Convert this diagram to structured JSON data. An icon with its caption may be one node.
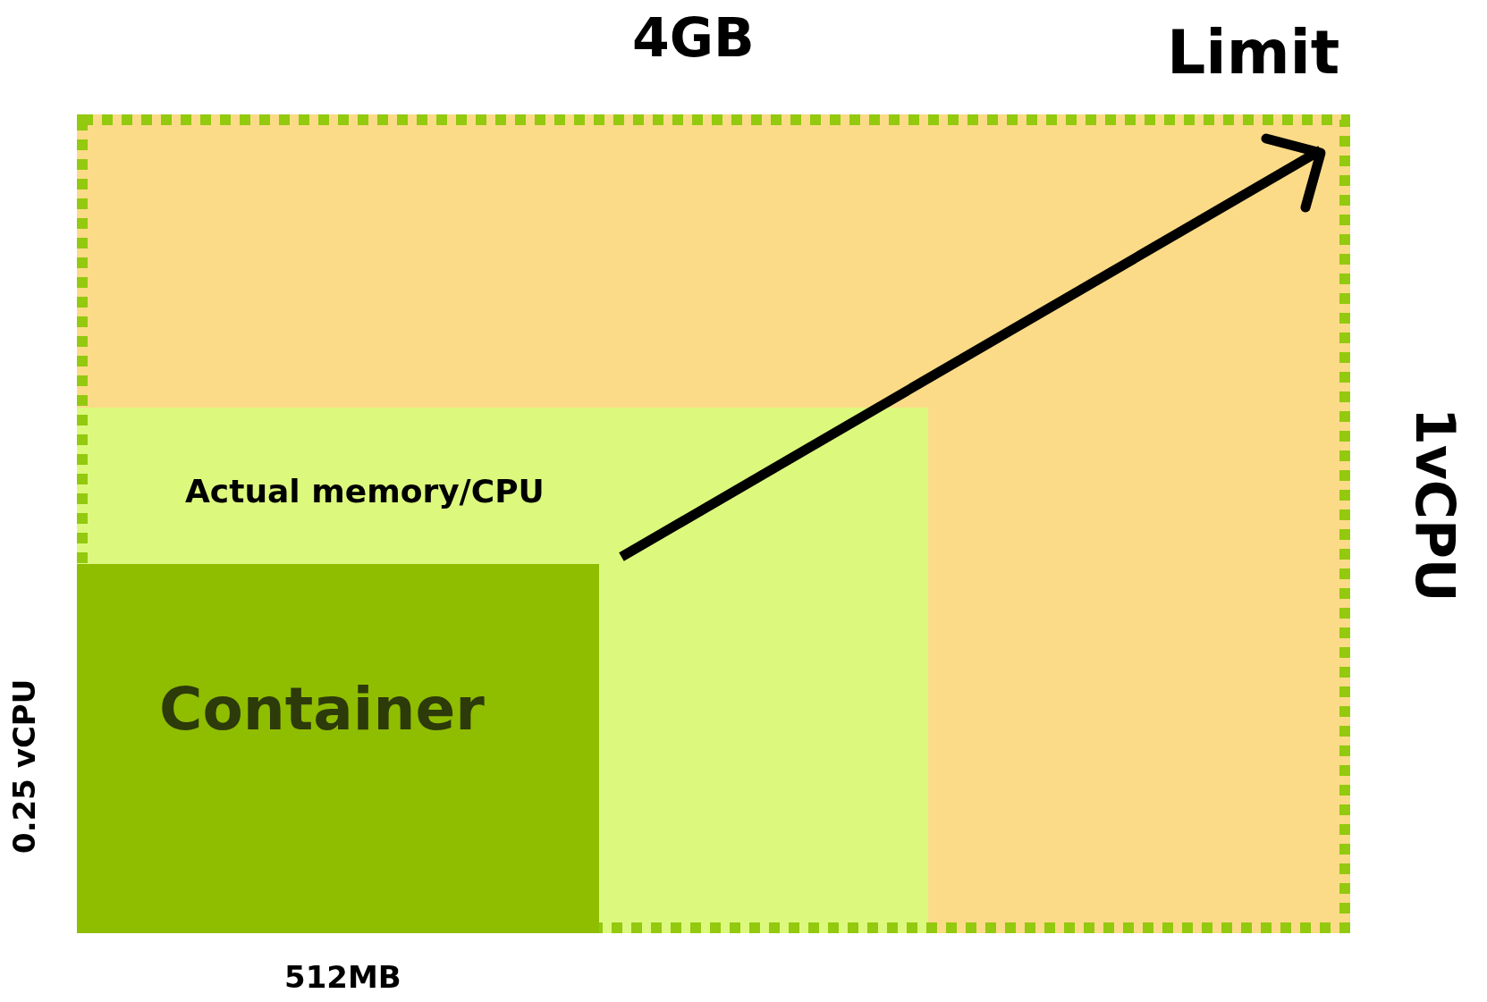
{
  "diagram": {
    "nodes": [
      {
        "text": [
          "Limit"
        ]
      },
      {
        "text": [
          "Actual memory/CPU"
        ],
        "in": 0
      },
      {
        "text": [
          "Container"
        ],
        "in": 1
      }
    ],
    "edges": [],
    "labels": [
      "4GB",
      "1vCPU",
      "0.25 vCPU",
      "512MB"
    ]
  }
}
